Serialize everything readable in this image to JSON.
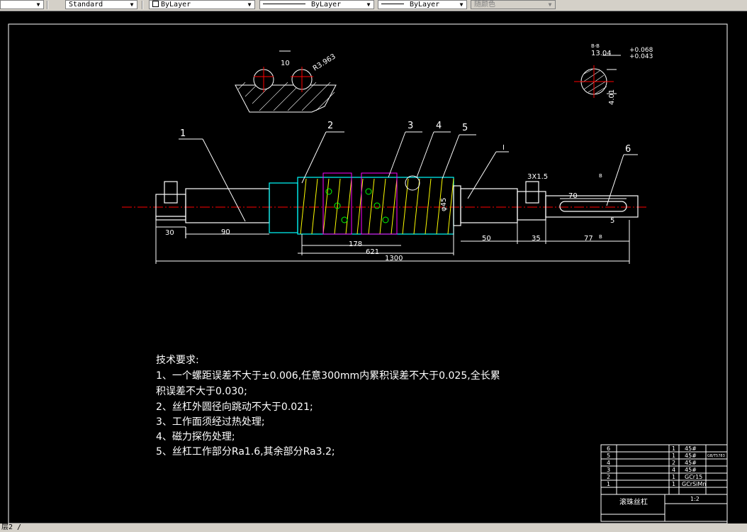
{
  "toolbar": {
    "text_style": "Standard",
    "layer": "ByLayer",
    "linetype": "ByLayer",
    "lineweight": "ByLayer",
    "color": "随颜色"
  },
  "drawing": {
    "part_labels": [
      "1",
      "2",
      "3",
      "4",
      "5",
      "6"
    ],
    "detail_label": "I",
    "section_label": "B-B",
    "section_marker": "B",
    "dimensions": {
      "d30": "30",
      "d90": "90",
      "d178": "178",
      "d621": "621",
      "d1300": "1300",
      "d50": "50",
      "d35": "35",
      "d77": "77",
      "d70": "70",
      "d5": "5",
      "d3x15": "3X1.5",
      "phi45": "φ45",
      "d10": "10",
      "r": "R3.963",
      "sec_width": "13.04",
      "tol_up": "+0.068",
      "tol_lo": "+0.043",
      "sec_depth": "4.01"
    }
  },
  "requirements": {
    "title": "技术要求:",
    "lines": [
      "1、一个螺距误差不大于±0.006,任意300mm内累积误差不大于0.025,全长累",
      "积误差不大于0.030;",
      "2、丝杠外圆径向跳动不大于0.021;",
      "3、工作面须经过热处理;",
      "4、磁力探伤处理;",
      "5、丝杠工作部分Ra1.6,其余部分Ra3.2;"
    ]
  },
  "title_block": {
    "rows": [
      {
        "no": "6",
        "qty": "1",
        "material": "45#",
        "extra": ""
      },
      {
        "no": "5",
        "qty": "1",
        "material": "45#",
        "extra": "GB/T5783"
      },
      {
        "no": "4",
        "qty": "2",
        "material": "45#",
        "extra": ""
      },
      {
        "no": "3",
        "qty": "4",
        "material": "45#",
        "extra": ""
      },
      {
        "no": "2",
        "qty": "1",
        "material": "GCr15",
        "extra": ""
      },
      {
        "no": "1",
        "qty": "1",
        "material": "GCrSiMn",
        "extra": ""
      }
    ],
    "drawing_name": "滚珠丝杠",
    "scale": "1:2"
  },
  "cmdline": {
    "text": "层2 /"
  }
}
